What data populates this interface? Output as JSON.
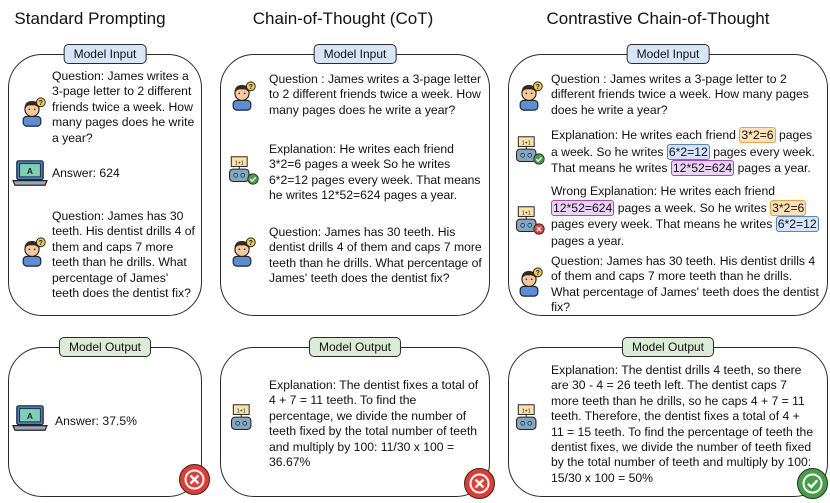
{
  "columns": [
    {
      "title": "Standard Prompting"
    },
    {
      "title": "Chain-of-Thought (CoT)"
    },
    {
      "title": "Contrastive Chain-of-Thought"
    }
  ],
  "labels": {
    "input": "Model Input",
    "output": "Model Output"
  },
  "standard": {
    "q1": "Question: James writes a 3-page letter to 2 different friends twice a week. How many pages does he write a year?",
    "a1": "Answer: 624",
    "q2": "Question: James has 30 teeth. His dentist drills 4 of them and caps 7 more teeth than he drills. What percentage of James' teeth does the dentist fix?",
    "output": "Answer: 37.5%"
  },
  "cot": {
    "q1": "Question : James writes a 3-page letter to 2 different friends twice a week. How many pages does he write a year?",
    "explanation": "Explanation: He writes each friend 3*2=6 pages a week So he writes 6*2=12 pages every week. That means he writes 12*52=624 pages a year.",
    "q2": "Question: James has 30 teeth. His dentist drills 4 of them and caps 7 more teeth than he drills. What percentage of James' teeth does the dentist fix?",
    "output": "Explanation: The dentist fixes a total of 4 + 7 = 11 teeth. To find the percentage, we divide the number of teeth fixed by the total number of teeth and multiply by 100: 11/30 x 100 = 36.67%"
  },
  "contrastive": {
    "q1": "Question : James writes a 3-page letter to 2 different friends twice a week. How many pages does he write a year?",
    "exp_a": "Explanation: He writes each friend",
    "exp_hl1": "3*2=6",
    "exp_b": "pages a week. So he writes",
    "exp_hl2": "6*2=12",
    "exp_c": "pages every week. That means he writes",
    "exp_hl3": "12*52=624",
    "exp_d": "pages a year.",
    "wrong_a": "Wrong Explanation: He writes each friend",
    "wrong_hl1": "12*52=624",
    "wrong_b": "pages a week. So he writes",
    "wrong_hl2": "3*2=6",
    "wrong_c": "pages every week. That means he writes",
    "wrong_hl3": "6*2=12",
    "wrong_d": "pages a year.",
    "q2": "Question: James has 30 teeth. His dentist drills 4 of them and caps 7 more teeth than he drills. What percentage of James' teeth does the dentist fix?",
    "output": "Explanation: The dentist drills 4 teeth, so there are 30 - 4 = 26 teeth left. The dentist caps 7 more teeth than he drills, so he caps 4 + 7 = 11 teeth. Therefore, the dentist fixes a total of 4 + 11 = 15 teeth. To find the percentage of teeth the dentist fixes, we divide the number of teeth fixed by the total number of teeth and multiply by 100: 15/30 x 100 = 50%"
  },
  "icon_names": [
    "person-icon",
    "laptop-icon",
    "robot-icon",
    "check-icon",
    "cross-icon"
  ],
  "colors": {
    "input_tag": "#d6e6f7",
    "output_tag": "#dcebd5",
    "wrong": "#e53935",
    "right": "#43a047",
    "hl_orange": "#fde2b8",
    "hl_blue": "#d6e4fa",
    "hl_purple": "#ead3f3"
  }
}
